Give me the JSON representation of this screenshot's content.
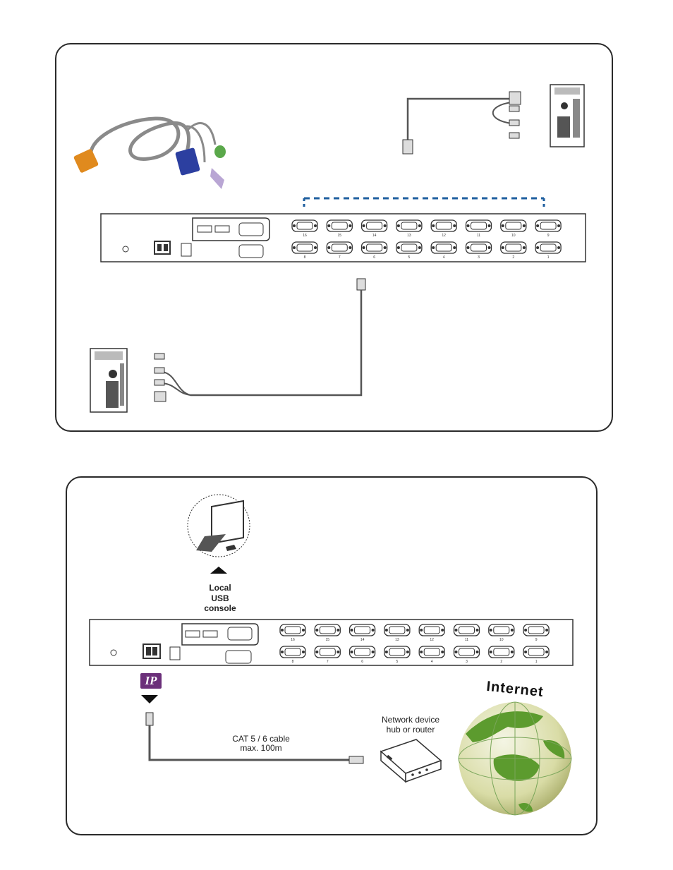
{
  "local_console": {
    "line1": "Local",
    "line2": "USB",
    "line3": "console"
  },
  "cable": {
    "line1": "CAT 5 / 6 cable",
    "line2": "max. 100m"
  },
  "network_device": {
    "line1": "Network device",
    "line2": "hub or router"
  },
  "internet": {
    "label": "Internet"
  },
  "ip_badge": {
    "label": "IP"
  },
  "ports_top_row": [
    "16",
    "15",
    "14",
    "13",
    "12",
    "11",
    "10",
    "9"
  ],
  "ports_bottom_row": [
    "8",
    "7",
    "6",
    "5",
    "4",
    "3",
    "2",
    "1"
  ],
  "colors": {
    "dashed_link": "#1f5f9f",
    "ip_badge": "#6b2f7a",
    "cable_orange": "#e08a1e",
    "cable_blue": "#2c3fa0",
    "cable_green": "#5aa84a",
    "cable_purple": "#b9a6d4",
    "globe_green": "#5c9b2e"
  }
}
